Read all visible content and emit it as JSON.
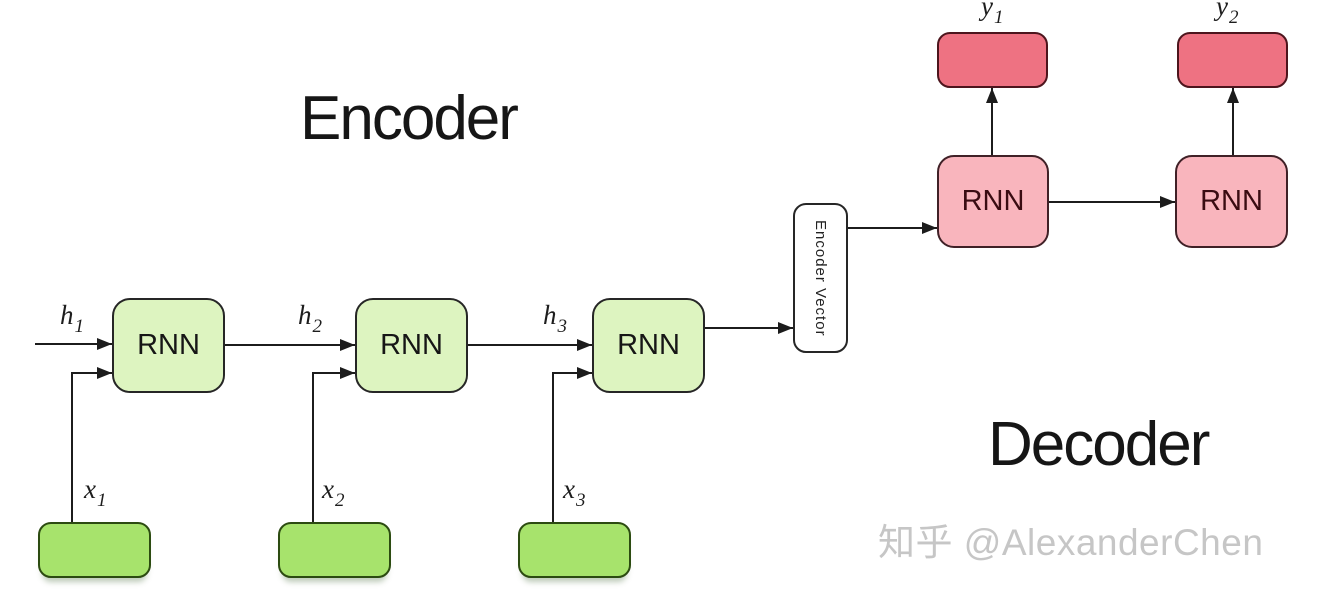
{
  "titles": {
    "encoder": "Encoder",
    "decoder": "Decoder"
  },
  "boxes": {
    "rnn": "RNN",
    "encoder_vector": "Encoder Vector"
  },
  "node_labels": {
    "h": [
      {
        "var": "h",
        "sub": "1"
      },
      {
        "var": "h",
        "sub": "2"
      },
      {
        "var": "h",
        "sub": "3"
      }
    ],
    "x": [
      {
        "var": "x",
        "sub": "1"
      },
      {
        "var": "x",
        "sub": "2"
      },
      {
        "var": "x",
        "sub": "3"
      }
    ],
    "y": [
      {
        "var": "y",
        "sub": "1"
      },
      {
        "var": "y",
        "sub": "2"
      }
    ]
  },
  "watermark": "知乎 @AlexanderChen",
  "colors": {
    "encoder_rnn_fill": "#ddf4c0",
    "encoder_rnn_border": "#262626",
    "encoder_input_fill": "#a7e36c",
    "encoder_input_border": "#2c4b11",
    "decoder_rnn_fill": "#f9b5bd",
    "decoder_rnn_border": "#402127",
    "decoder_output_fill": "#ee7282",
    "decoder_output_border": "#4d151d",
    "decoder_text": "#3a0c12",
    "arrow": "#1c1c1c",
    "watermark": "#c6c6c6"
  }
}
